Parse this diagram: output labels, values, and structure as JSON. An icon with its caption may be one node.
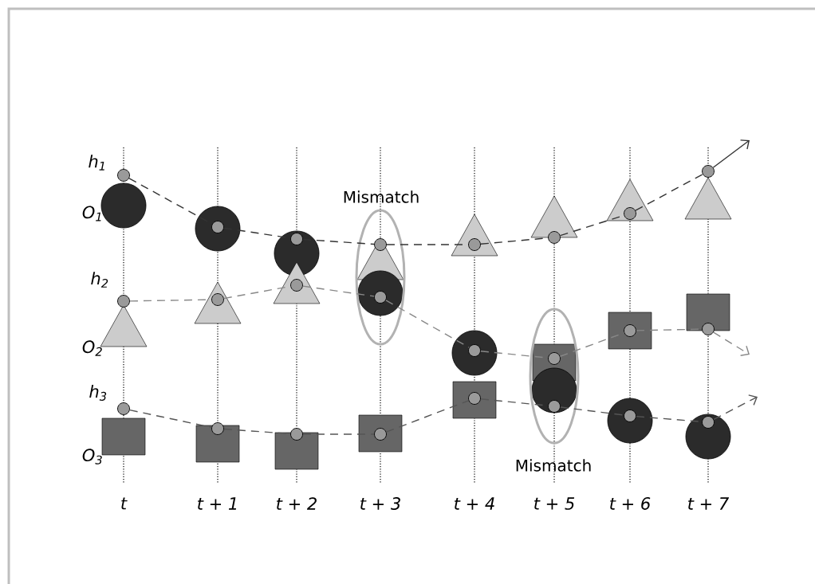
{
  "diagram": {
    "nodes": [
      {
        "text": [],
        "shape": "circle"
      },
      {
        "text": [],
        "shape": "circle"
      },
      {
        "text": [],
        "shape": "circle"
      },
      {
        "text": [],
        "shape": "circle"
      },
      {
        "text": [],
        "shape": "circle"
      },
      {
        "text": [],
        "shape": "circle"
      },
      {
        "text": [],
        "shape": "circle"
      },
      {
        "text": [],
        "shape": "circle"
      },
      {
        "text": [],
        "shape": "circle"
      },
      {
        "text": [],
        "shape": "circle"
      },
      {
        "text": [],
        "shape": "circle"
      },
      {
        "text": [],
        "shape": "circle"
      },
      {
        "text": [],
        "shape": "circle"
      },
      {
        "text": [],
        "shape": "circle"
      },
      {
        "text": [],
        "shape": "circle"
      },
      {
        "text": [],
        "shape": "circle"
      },
      {
        "text": [],
        "shape": "circle"
      },
      {
        "text": [],
        "shape": "circle"
      },
      {
        "text": [],
        "shape": "circle"
      },
      {
        "text": [],
        "shape": "circle"
      },
      {
        "text": [],
        "shape": "circle"
      },
      {
        "text": [],
        "shape": "circle"
      },
      {
        "text": [],
        "shape": "circle"
      },
      {
        "text": [],
        "shape": "circle"
      }
    ],
    "edges": [
      {
        "from": 0,
        "to": 1,
        "arrow": "none",
        "style": "dashed",
        "color": "#333333"
      },
      {
        "from": 1,
        "to": 2,
        "arrow": "none",
        "style": "dashed",
        "color": "#333333"
      },
      {
        "from": 2,
        "to": 3,
        "arrow": "none",
        "style": "dashed",
        "color": "#333333"
      },
      {
        "from": 3,
        "to": 4,
        "arrow": "none",
        "style": "dashed",
        "color": "#333333"
      },
      {
        "from": 4,
        "to": 5,
        "arrow": "none",
        "style": "dashed",
        "color": "#333333"
      },
      {
        "from": 5,
        "to": 6,
        "arrow": "none",
        "style": "dashed",
        "color": "#333333"
      },
      {
        "from": 6,
        "to": 7,
        "arrow": "none",
        "style": "dashed",
        "color": "#333333"
      },
      {
        "from": 7,
        "to": null,
        "arrow": "to",
        "color": "#333333"
      },
      {
        "from": 8,
        "to": 9,
        "arrow": "none",
        "style": "dashed",
        "color": "#888888"
      },
      {
        "from": 9,
        "to": 10,
        "arrow": "none",
        "style": "dashed",
        "color": "#888888"
      },
      {
        "from": 10,
        "to": 11,
        "arrow": "none",
        "style": "dashed",
        "color": "#888888"
      },
      {
        "from": 11,
        "to": 12,
        "arrow": "none",
        "style": "dashed",
        "color": "#888888"
      },
      {
        "from": 12,
        "to": 13,
        "arrow": "none",
        "style": "dashed",
        "color": "#888888"
      },
      {
        "from": 13,
        "to": 14,
        "arrow": "none",
        "style": "dashed",
        "color": "#888888"
      },
      {
        "from": 14,
        "to": 15,
        "arrow": "none",
        "style": "dashed",
        "color": "#888888"
      },
      {
        "from": 15,
        "to": null,
        "arrow": "to",
        "style": "dashed",
        "color": "#888888"
      },
      {
        "from": 16,
        "to": 17,
        "arrow": "none",
        "style": "dashed",
        "color": "#555555"
      },
      {
        "from": 17,
        "to": 18,
        "arrow": "none",
        "style": "dashed",
        "color": "#555555"
      },
      {
        "from": 18,
        "to": 19,
        "arrow": "none",
        "style": "dashed",
        "color": "#555555"
      },
      {
        "from": 19,
        "to": 20,
        "arrow": "none",
        "style": "dashed",
        "color": "#555555"
      },
      {
        "from": 20,
        "to": 21,
        "arrow": "none",
        "style": "dashed",
        "color": "#555555"
      },
      {
        "from": 21,
        "to": 22,
        "arrow": "none",
        "style": "dashed",
        "color": "#555555"
      },
      {
        "from": 22,
        "to": 23,
        "arrow": "none",
        "style": "dashed",
        "color": "#555555"
      },
      {
        "from": 23,
        "to": null,
        "arrow": "to",
        "style": "dashed",
        "color": "#555555"
      }
    ],
    "labels": [
      "h$_{1}$",
      "Mismatch",
      "O$_{1}$",
      "h$_{2}$",
      "O$_{2}$",
      "h$_{3}$",
      "O$_{3}$",
      "Mismatch",
      "t",
      "t + 1",
      "t + 2",
      "t + 3",
      "t + 4",
      "t + 5",
      "t + 6",
      "t + 7"
    ]
  }
}
